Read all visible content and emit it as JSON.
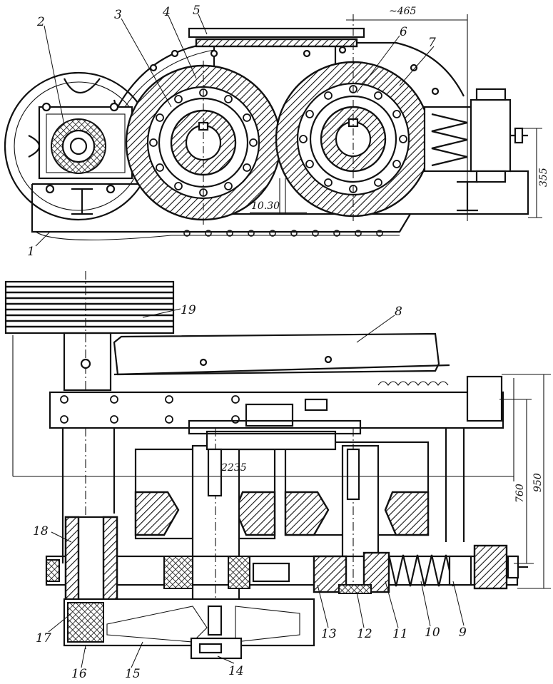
{
  "callouts": [
    "1",
    "2",
    "3",
    "4",
    "5",
    "6",
    "7",
    "8",
    "9",
    "10",
    "11",
    "12",
    "13",
    "14",
    "15",
    "16",
    "17",
    "18",
    "19"
  ],
  "dimensions": {
    "top_width": "~465",
    "top_height": "355",
    "gap": "10.30",
    "bottom_width": "2235",
    "bottom_height_inner": "760",
    "bottom_height_outer": "950"
  }
}
